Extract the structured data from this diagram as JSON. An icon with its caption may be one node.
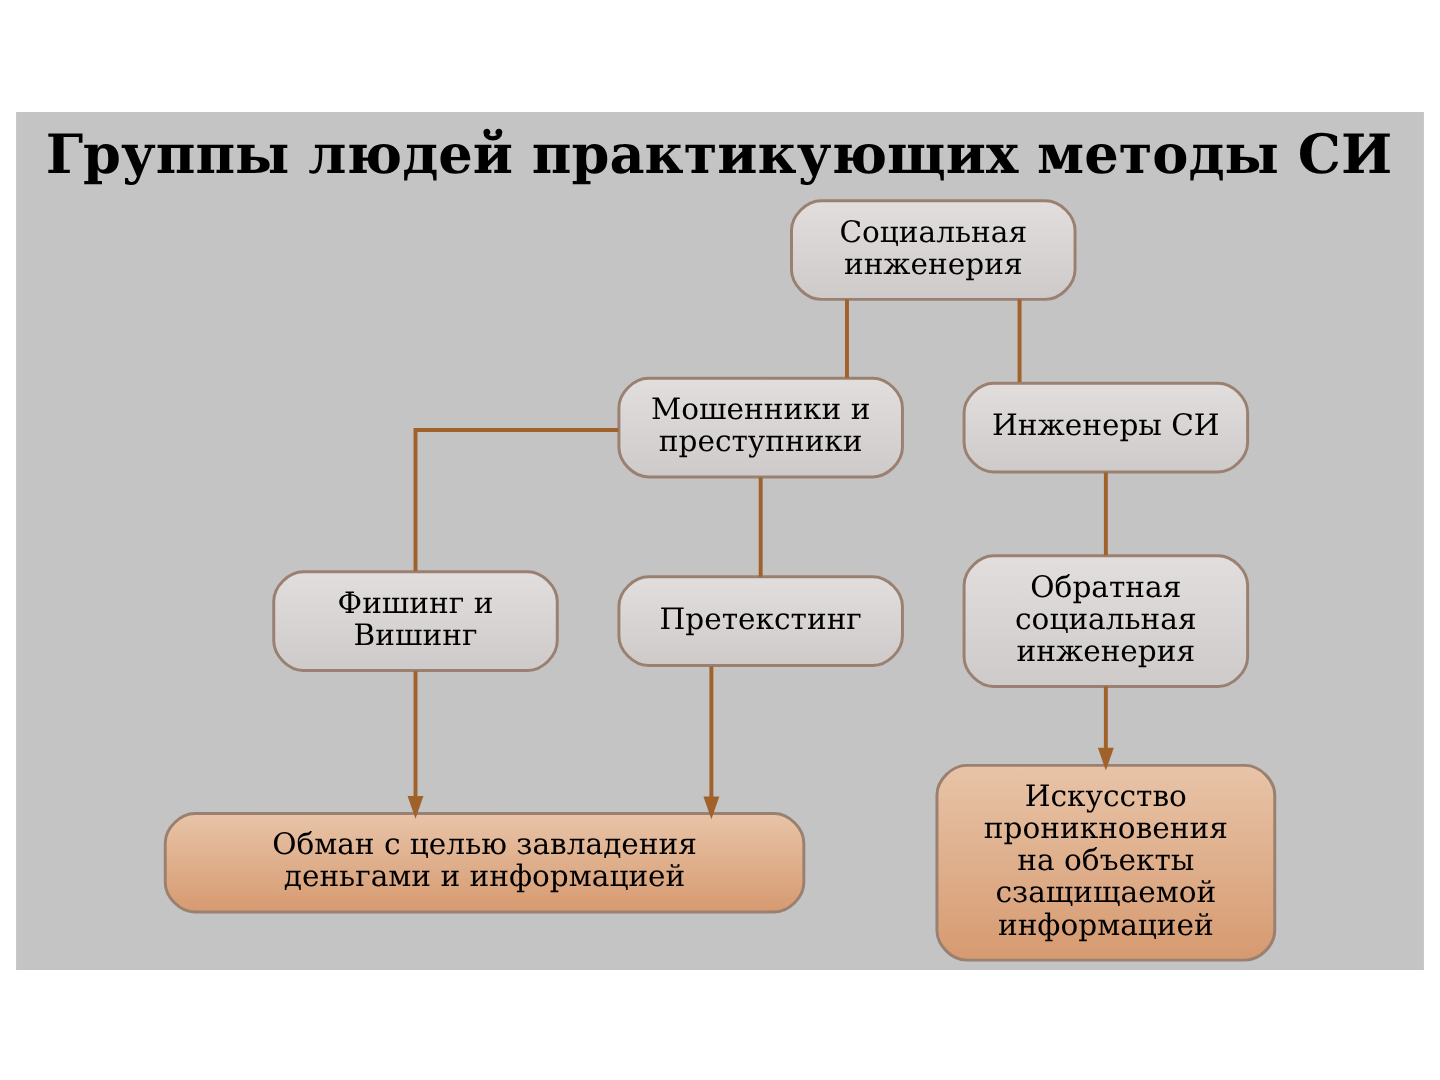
{
  "diagram": {
    "title": "Группы людей практикующих методы СИ",
    "nodes": [
      {
        "text": [
          "Социальная инженерия"
        ]
      },
      {
        "text": [
          "Мошенники и преступники"
        ]
      },
      {
        "text": [
          "Инженеры СИ"
        ]
      },
      {
        "text": [
          "Фишинг и Вишинг"
        ]
      },
      {
        "text": [
          "Претекстинг"
        ]
      },
      {
        "text": [
          "Обратная социальная инженерия"
        ]
      },
      {
        "text": [
          "Обман с целью завладения деньгами и информацией"
        ]
      },
      {
        "text": [
          "Искусство проникновения на объекты сзащищаемой информацией"
        ]
      }
    ],
    "edges": [
      {
        "from": 0,
        "to": 1,
        "arrow": "none"
      },
      {
        "from": 0,
        "to": 2,
        "arrow": "none"
      },
      {
        "from": 1,
        "to": 3,
        "arrow": "none"
      },
      {
        "from": 1,
        "to": 4,
        "arrow": "none"
      },
      {
        "from": 2,
        "to": 5,
        "arrow": "none"
      },
      {
        "from": 3,
        "to": 6,
        "arrow": "to"
      },
      {
        "from": 4,
        "to": 6,
        "arrow": "to"
      },
      {
        "from": 5,
        "to": 7,
        "arrow": "to"
      }
    ]
  }
}
